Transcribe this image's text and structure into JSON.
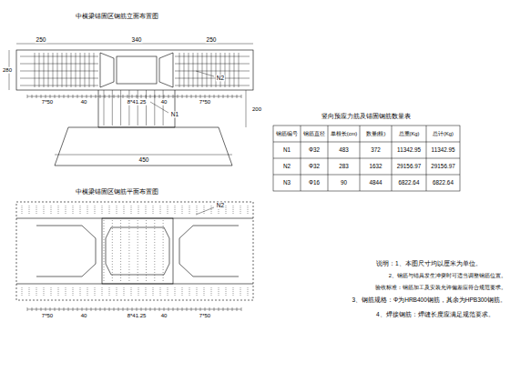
{
  "diagram": {
    "labels": [
      "中横梁锚固区钢筋立面布置图",
      "250",
      "340",
      "250",
      "280",
      "N2",
      "7*50",
      "40",
      "8*41.25",
      "40",
      "7*50",
      "N1",
      "200",
      "450",
      "中横梁锚固区钢筋平面布置图",
      "N2",
      "7*50",
      "40",
      "8*41.25",
      "40",
      "7*50",
      "竖向预应力筋及锚固钢筋数量表",
      "钢筋编号",
      "钢筋直径",
      "单根长(cm)",
      "数量(根)",
      "总重(Kg)",
      "总计(Kg)",
      "N1",
      "Φ32",
      "483",
      "372",
      "11342.95",
      "11342.95",
      "N2",
      "Φ32",
      "283",
      "1632",
      "29156.97",
      "29156.97",
      "N3",
      "Φ16",
      "90",
      "4844",
      "6822.64",
      "6822.64",
      "说明：1、本图尺寸均以厘米为单位。",
      "2、钢筋与锚具发生冲突时可适当调整钢筋位置。",
      "验收标准：钢筋加工及安装允许偏差应符合规范要求。",
      "3、钢筋规格：Φ为HRB400钢筋，其余为HPB300钢筋。",
      "4、焊接钢筋：焊缝长度应满足规范要求。"
    ]
  }
}
